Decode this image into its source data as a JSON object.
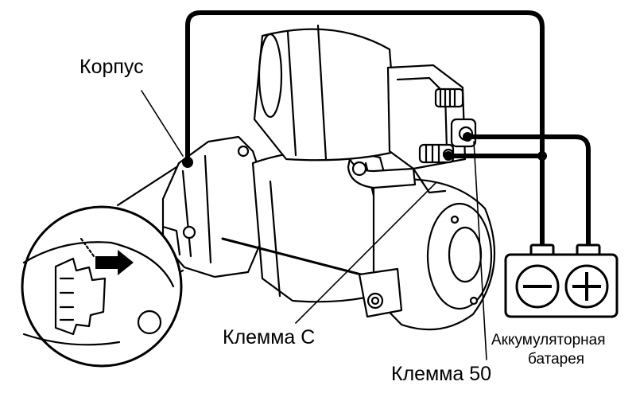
{
  "labels": {
    "korpus": "Корпус",
    "klemma_c": "Клемма С",
    "klemma_50": "Клемма 50",
    "battery_line1": "Аккумуляторная",
    "battery_line2": "батарея"
  },
  "battery": {
    "minus_symbol": "minus-icon",
    "plus_symbol": "plus-icon"
  },
  "colors": {
    "ink": "#000000",
    "paper": "#ffffff"
  }
}
